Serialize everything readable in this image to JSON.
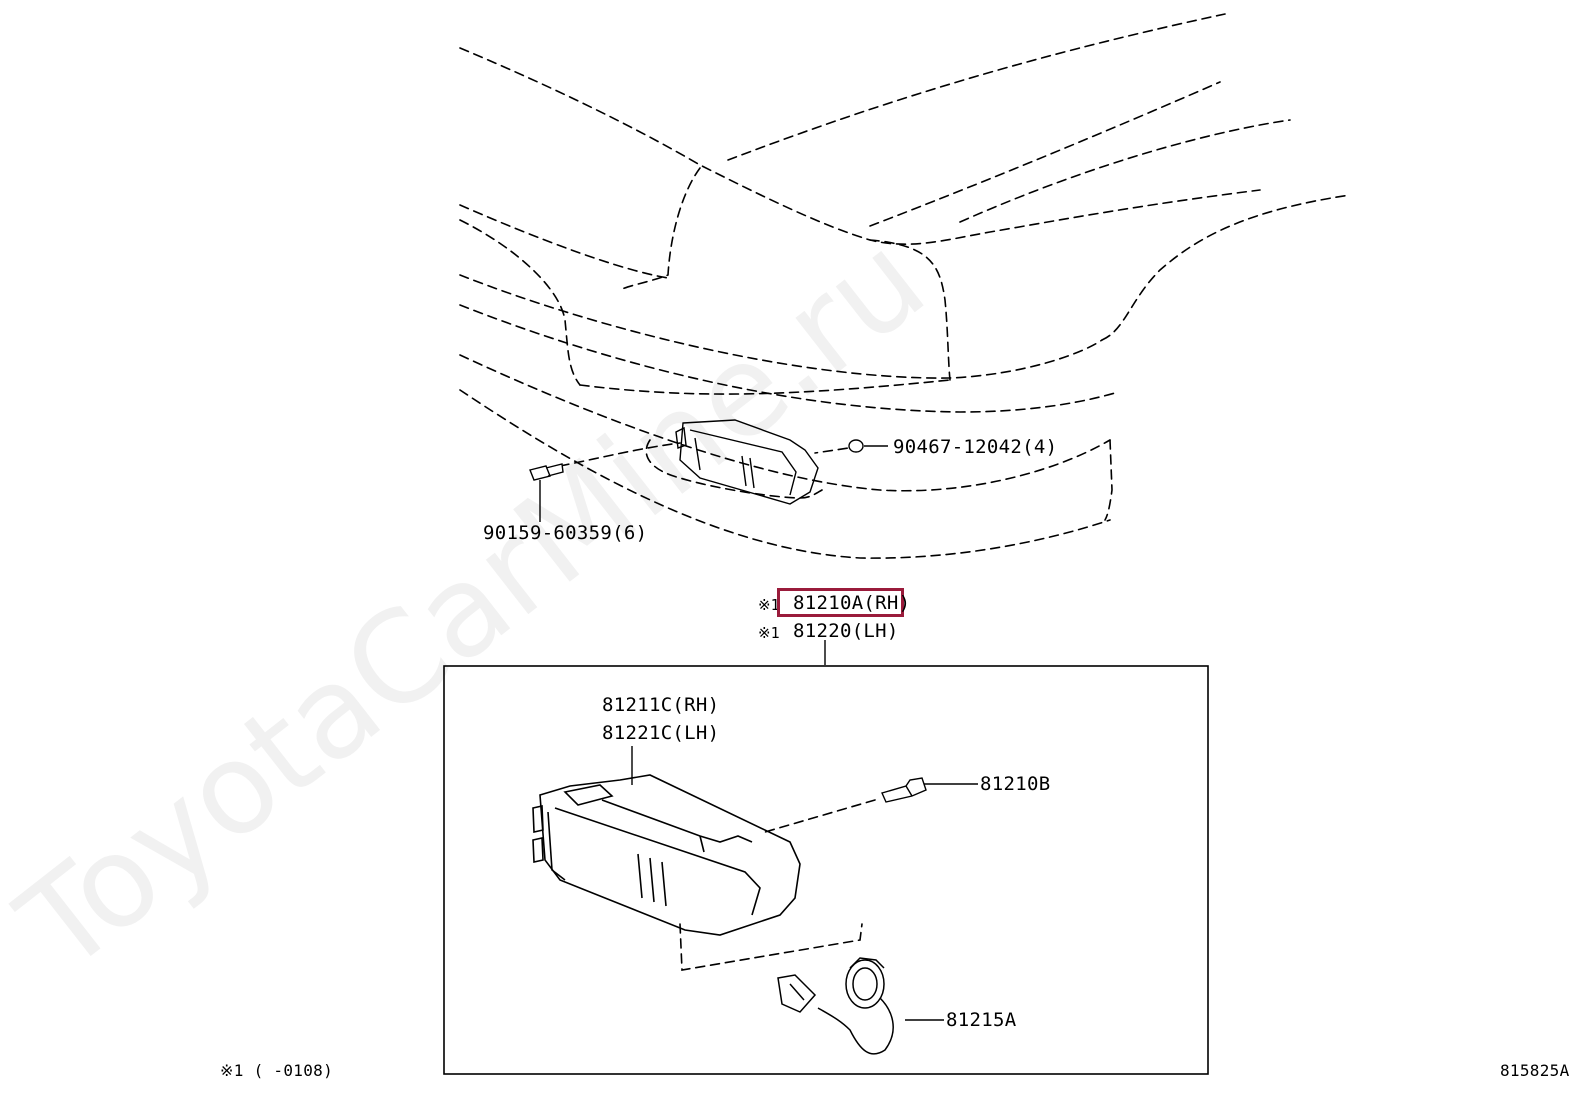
{
  "watermark": "ToyotaCarMine.ru",
  "diagram_id": "815825A",
  "footnote": "※1 (    -0108)",
  "parts": {
    "clip": "90467-12042(4)",
    "screw": "90159-60359(6)",
    "lamp_rh": "81210A(RH)",
    "lamp_lh": "81220(LH)",
    "mark_rh": "※1",
    "mark_lh": "※1",
    "lens_rh": "81211C(RH)",
    "lens_lh": "81221C(LH)",
    "bulb": "81210B",
    "socket": "81215A"
  },
  "highlight": {
    "part": "81210A(RH)",
    "color": "#9a1b3b"
  }
}
